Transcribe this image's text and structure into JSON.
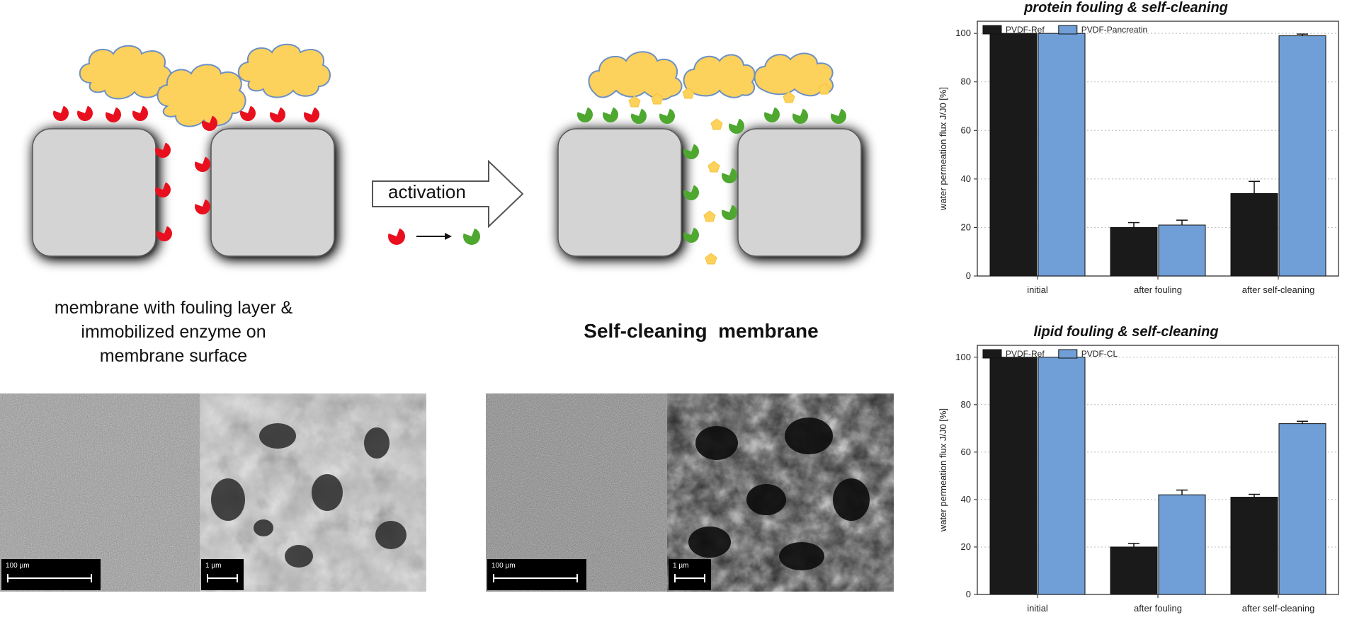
{
  "diagram": {
    "left_caption_lines": [
      "membrane with fouling layer &",
      "immobilized enzyme on",
      "membrane surface"
    ],
    "right_caption": "Self-cleaning  membrane",
    "activation_label": "activation",
    "colors": {
      "foulant": "#fcd15c",
      "foulant_outline": "#6d90c4",
      "inactive_enzyme": "#e8101e",
      "active_enzyme": "#4ea72e",
      "membrane_block": "#d4d4d4",
      "fragment": "#fcd15c"
    }
  },
  "micrographs": {
    "left_scale": "100 µm",
    "left_detail_scale": "1 µm",
    "right_scale": "100 µm",
    "right_detail_scale": "1 µm"
  },
  "chart_data": [
    {
      "type": "bar",
      "title": "protein fouling & self-cleaning",
      "ylabel": "water permeation flux J/J0 [%]",
      "categories": [
        "initial",
        "after fouling",
        "after self-cleaning"
      ],
      "ylim": [
        0,
        105
      ],
      "yticks": [
        "0",
        "20",
        "40",
        "60",
        "80",
        "100"
      ],
      "grid": true,
      "legend_position": "top-left",
      "series": [
        {
          "name": "PVDF-Ref",
          "color": "#1a1a1a",
          "values": [
            100,
            20,
            34
          ],
          "errors": [
            0,
            2,
            5
          ]
        },
        {
          "name": "PVDF-Pancreatin",
          "color": "#6f9fd6",
          "values": [
            100,
            21,
            99
          ],
          "errors": [
            0,
            2,
            0.7
          ]
        }
      ]
    },
    {
      "type": "bar",
      "title": "lipid fouling & self-cleaning",
      "ylabel": "water permeation flux J/J0 [%]",
      "categories": [
        "initial",
        "after fouling",
        "after self-cleaning"
      ],
      "ylim": [
        0,
        105
      ],
      "yticks": [
        "0",
        "20",
        "40",
        "60",
        "80",
        "100"
      ],
      "grid": true,
      "legend_position": "top-left",
      "series": [
        {
          "name": "PVDF-Ref",
          "color": "#1a1a1a",
          "values": [
            100,
            20,
            41
          ],
          "errors": [
            0,
            1.5,
            1.2
          ]
        },
        {
          "name": "PVDF-CL",
          "color": "#6f9fd6",
          "values": [
            100,
            42,
            72
          ],
          "errors": [
            0,
            2,
            1
          ]
        }
      ]
    }
  ]
}
